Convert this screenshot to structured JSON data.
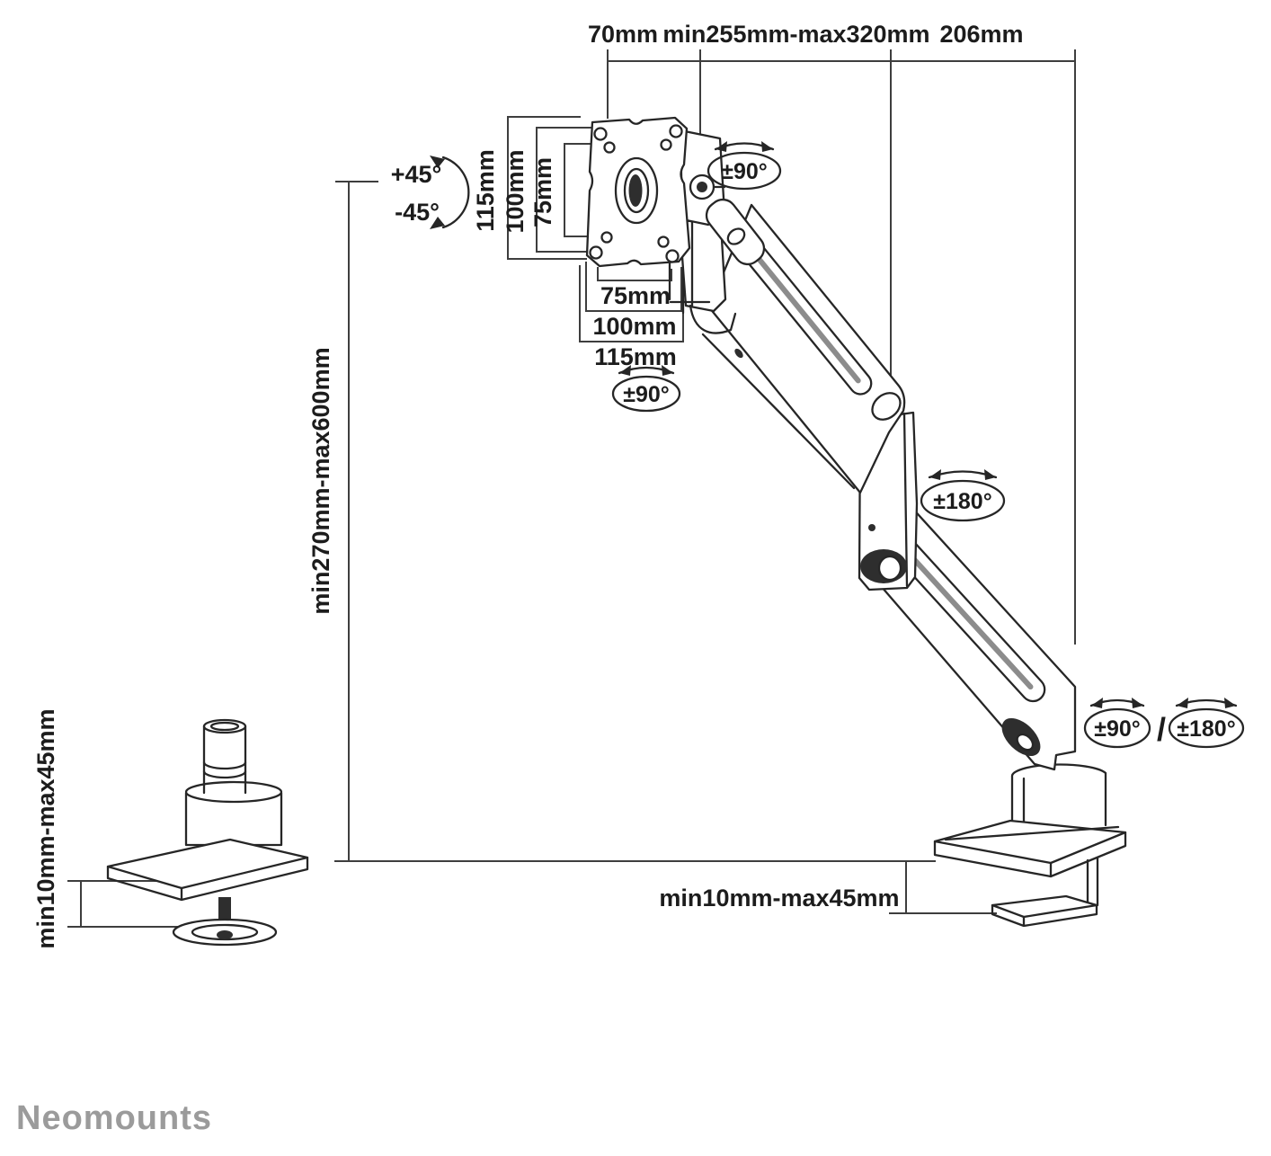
{
  "colors": {
    "ink": "#262626",
    "dimension_line": "#3e3e3e",
    "spring_gray": "#8c8c8c",
    "logo_gray": "#9b9b9b",
    "background": "#ffffff"
  },
  "diagram": {
    "top_dims": {
      "left": "70mm",
      "middle": "min255mm-max320mm",
      "right": "206mm"
    },
    "tilt": {
      "plus": "+45°",
      "minus": "-45°"
    },
    "vesa_left": {
      "outer": "115mm",
      "middle": "100mm",
      "inner": "75mm"
    },
    "vesa_bottom": {
      "inner": "75mm",
      "middle": "100mm",
      "outer": "115mm"
    },
    "rotations": {
      "head_swivel": "±90°",
      "vesa_pan": "±90°",
      "elbow": "±180°",
      "base_swivel": "±90°",
      "separator": "/",
      "base_rotation": "±180°"
    },
    "height_range": "min270mm-max600mm",
    "desk_clamp_range": "min10mm-max45mm",
    "grommet_range": "min10mm-max45mm"
  },
  "brand": {
    "logo": "Neomounts"
  }
}
